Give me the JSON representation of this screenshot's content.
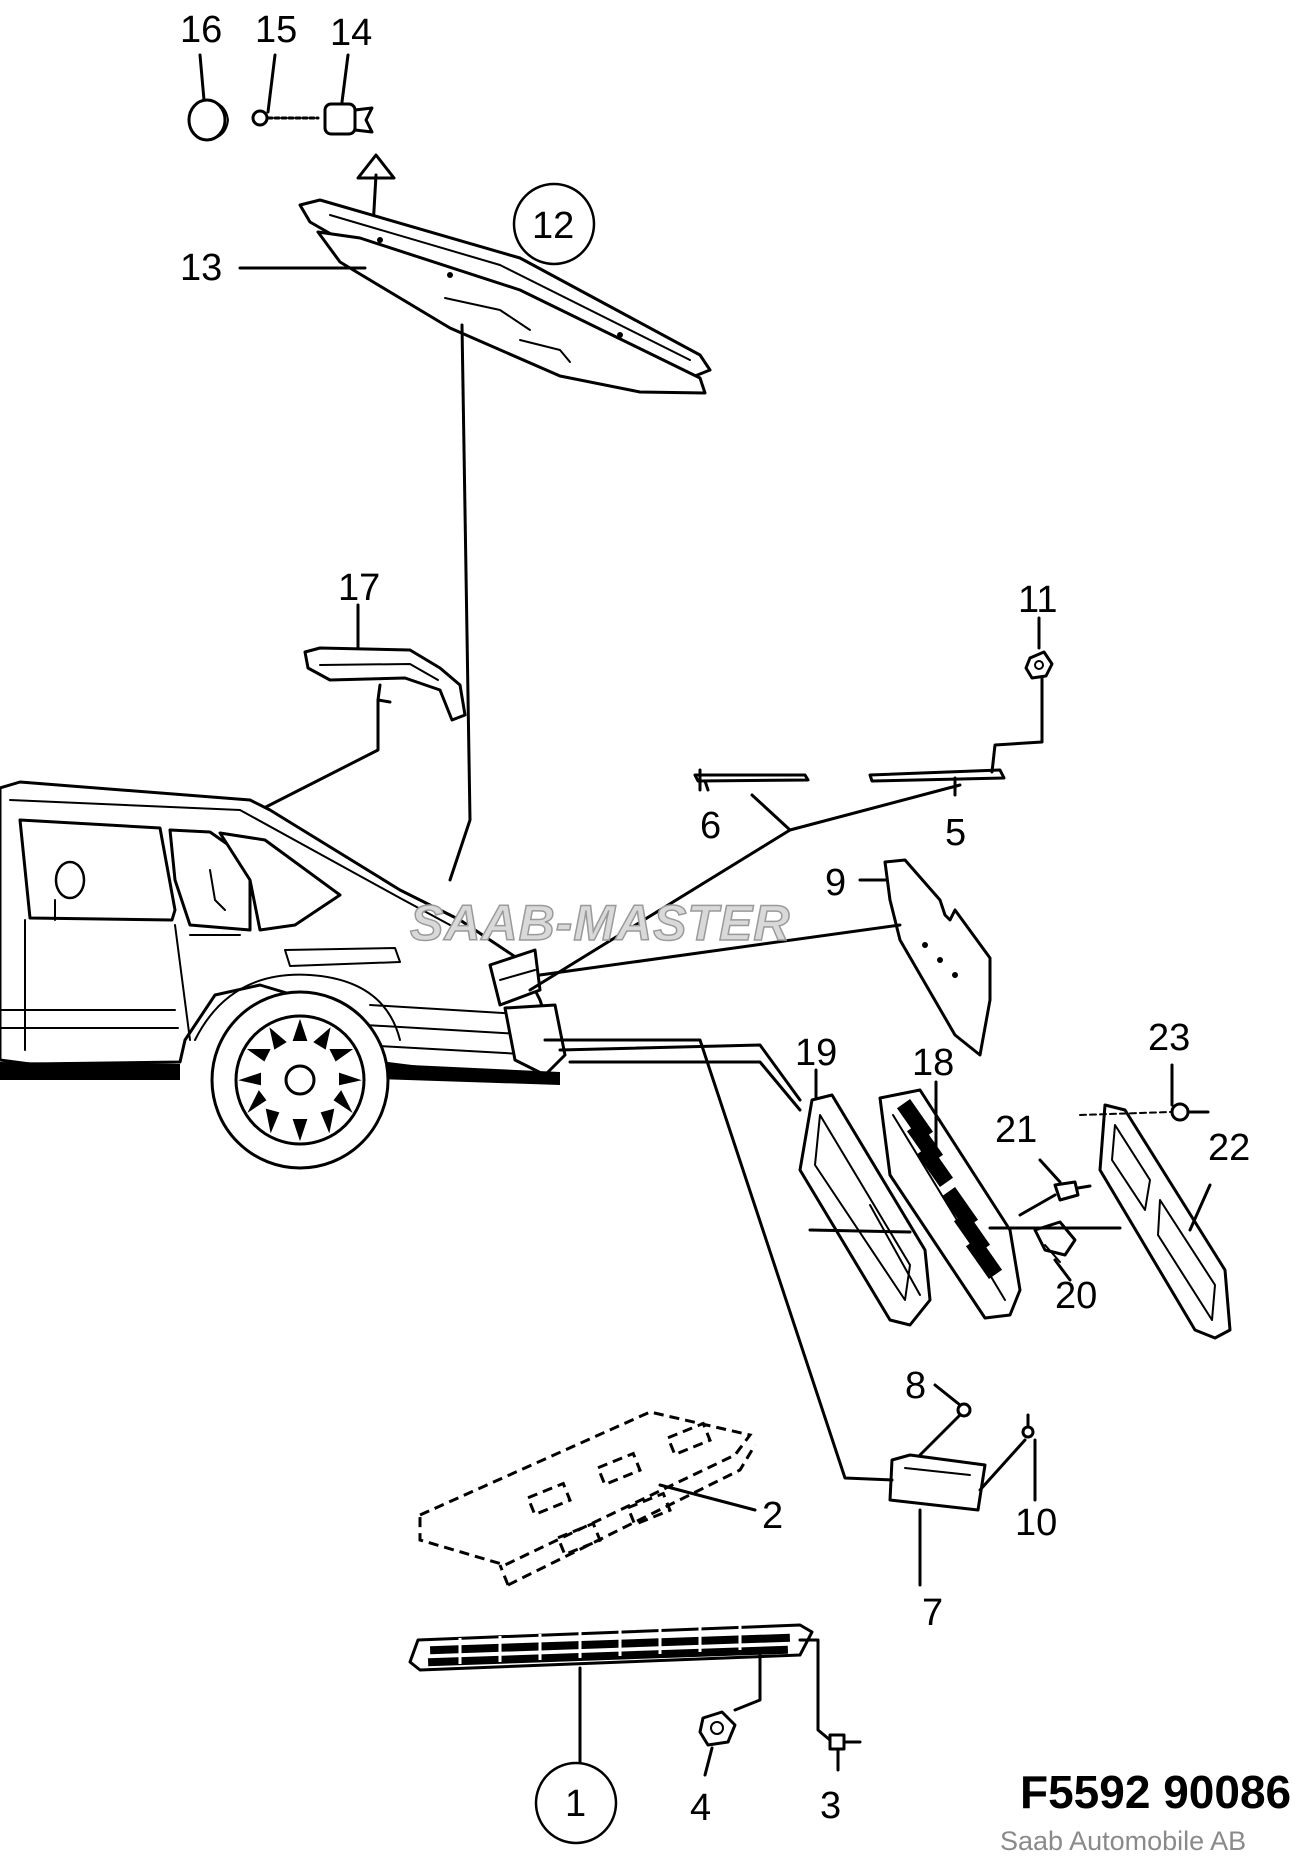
{
  "callouts": {
    "c1": "1",
    "c2": "2",
    "c3": "3",
    "c4": "4",
    "c5": "5",
    "c6": "6",
    "c7": "7",
    "c8": "8",
    "c9": "9",
    "c10": "10",
    "c11": "11",
    "c12": "12",
    "c13": "13",
    "c14": "14",
    "c15": "15",
    "c16": "16",
    "c17": "17",
    "c18": "18",
    "c19": "19",
    "c20": "20",
    "c21": "21",
    "c22": "22",
    "c23": "23"
  },
  "watermark": "SAAB-MASTER",
  "footer": {
    "code": "F5592 90086",
    "copyright": "Saab Automobile AB"
  }
}
